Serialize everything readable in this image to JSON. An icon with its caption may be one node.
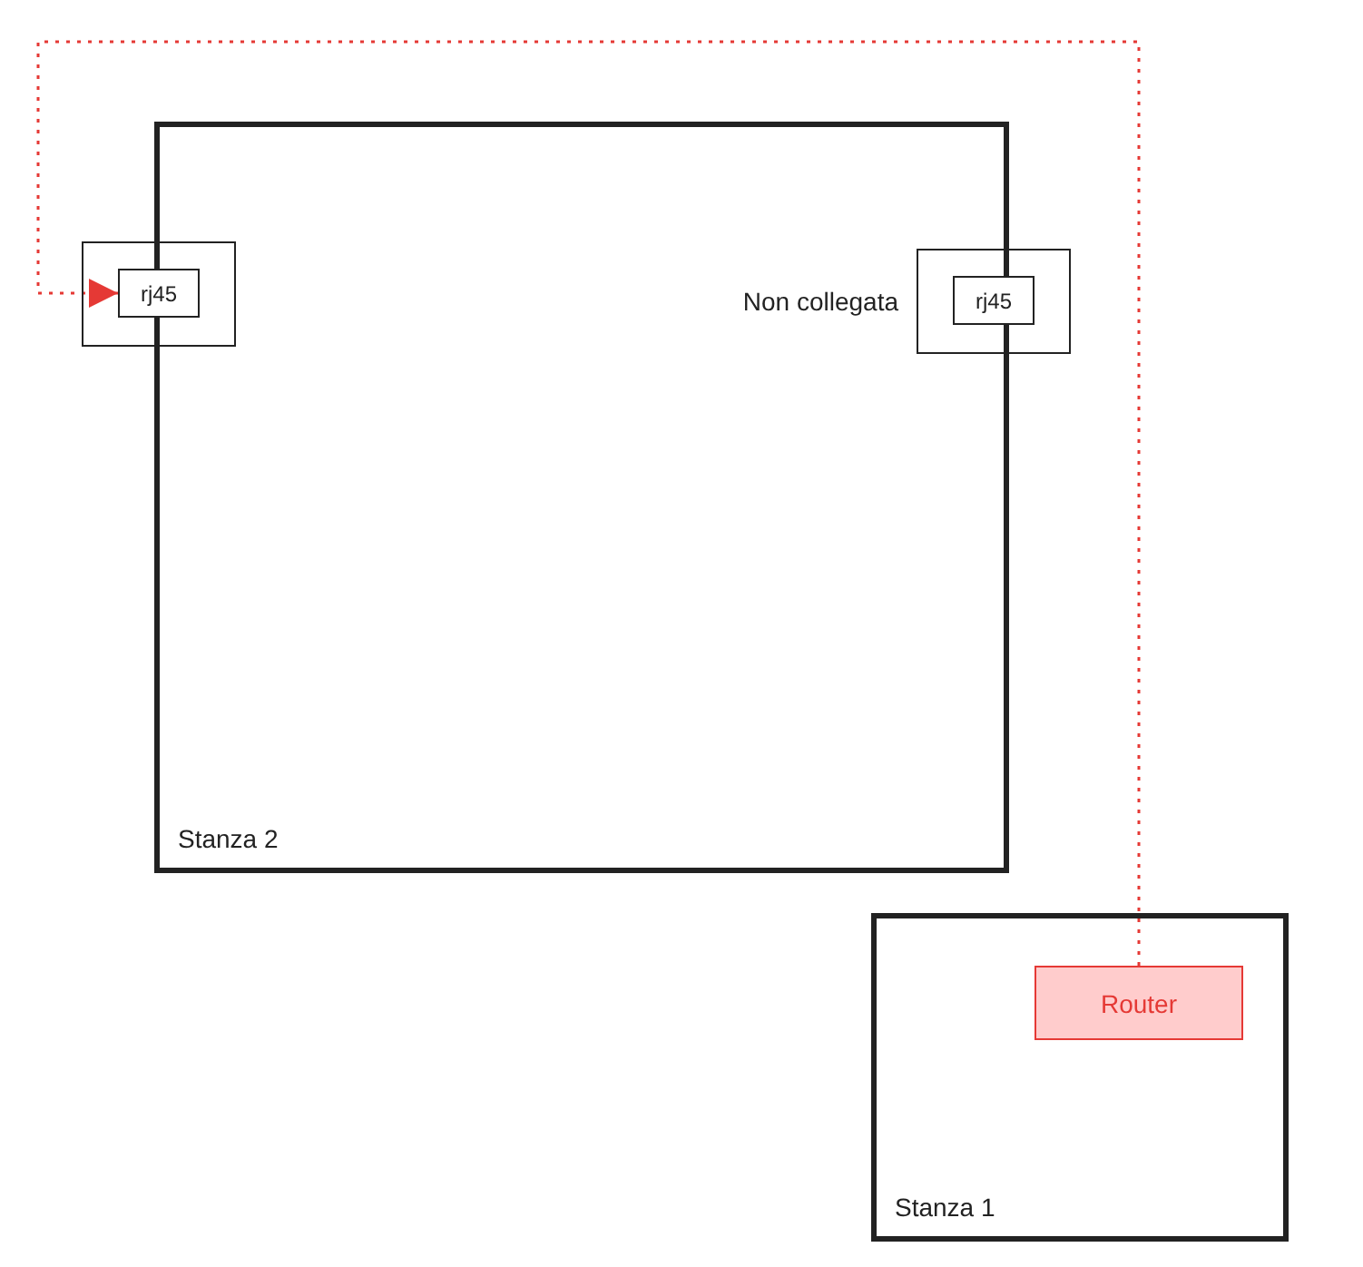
{
  "diagram": {
    "nodes": [
      {
        "text": [
          "Stanza 2"
        ]
      },
      {
        "text": [],
        "shape": "box"
      },
      {
        "text": [
          "rj45"
        ],
        "in": 1
      },
      {
        "text": [],
        "shape": "box"
      },
      {
        "text": [
          "rj45"
        ],
        "in": 3
      },
      {
        "text": [
          "Stanza 1"
        ]
      },
      {
        "text": [
          "Router"
        ],
        "in": 5
      }
    ],
    "edges": [
      {
        "from": 6,
        "to": 2,
        "arrow": "to",
        "style": "dashed",
        "color": "#e53935"
      }
    ],
    "labels": [
      "Non collegata"
    ]
  }
}
